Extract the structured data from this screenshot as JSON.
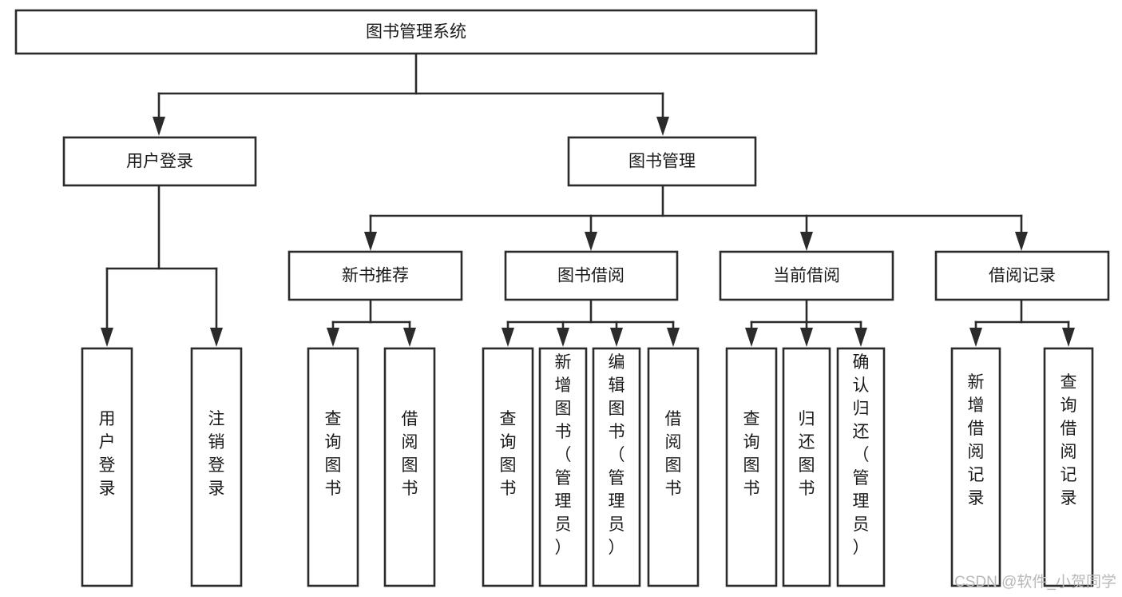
{
  "diagram": {
    "title": "图书管理系统",
    "type": "tree-hierarchy-diagram",
    "colors": {
      "background": "#ffffff",
      "box_stroke": "#2b2b2b",
      "box_fill": "#ffffff",
      "text": "#1a1a1a",
      "watermark": "#b8b8b8"
    },
    "root": {
      "label": "图书管理系统"
    },
    "level2": [
      {
        "label": "用户登录"
      },
      {
        "label": "图书管理"
      }
    ],
    "level3": [
      {
        "label": "新书推荐"
      },
      {
        "label": "图书借阅"
      },
      {
        "label": "当前借阅"
      },
      {
        "label": "借阅记录"
      }
    ],
    "leaves": {
      "user_login": [
        {
          "label": "用户登录"
        },
        {
          "label": "注销登录"
        }
      ],
      "new_book_recommend": [
        {
          "label": "查询图书"
        },
        {
          "label": "借阅图书"
        }
      ],
      "book_borrow": [
        {
          "label": "查询图书"
        },
        {
          "label": "新增图书（管理员）"
        },
        {
          "label": "编辑图书（管理员）"
        },
        {
          "label": "借阅图书"
        }
      ],
      "current_borrow": [
        {
          "label": "查询图书"
        },
        {
          "label": "归还图书"
        },
        {
          "label": "确认归还（管理员）"
        }
      ],
      "borrow_record": [
        {
          "label": "新增借阅记录"
        },
        {
          "label": "查询借阅记录"
        }
      ]
    }
  },
  "watermark": {
    "text": "CSDN @软件_小贺同学"
  }
}
